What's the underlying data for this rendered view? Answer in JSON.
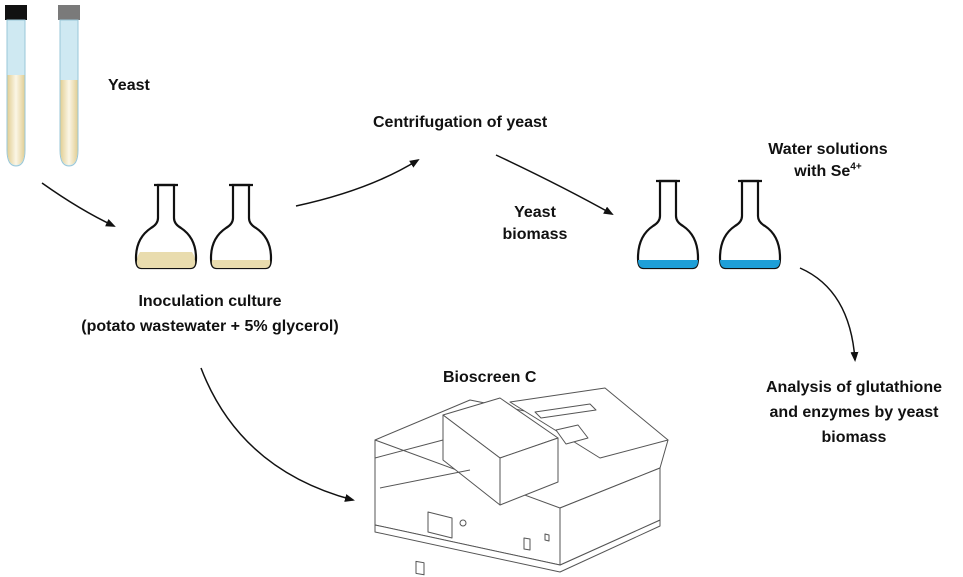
{
  "labels": {
    "yeast": "Yeast",
    "centrifugation": "Centrifugation of yeast",
    "water_line1": "Water solutions",
    "water_line2_prefix": "with Se",
    "water_line2_sup": "4+",
    "yeast_biomass_line1": "Yeast",
    "yeast_biomass_line2": "biomass",
    "inoculation_line1": "Inoculation culture",
    "inoculation_line2": "(potato wastewater + 5% glycerol)",
    "bioscreen": "Bioscreen C",
    "analysis_line1": "Analysis of glutathione",
    "analysis_line2": "and enzymes by yeast",
    "analysis_line3": "biomass"
  },
  "icons": {
    "test_tubes": "test-tube-icon",
    "culture_flasks": "flask-icon",
    "solution_flasks": "flask-icon",
    "instrument": "plate-reader-icon"
  },
  "colors": {
    "tube_glass": "#cfe9f2",
    "tube_cap_black": "#111111",
    "tube_cap_grey": "#7a7a7a",
    "yeast_sediment": "#e8dcb0",
    "culture_liquid": "#e9dcae",
    "solution_liquid": "#1e9fd8",
    "ink": "#111111"
  }
}
